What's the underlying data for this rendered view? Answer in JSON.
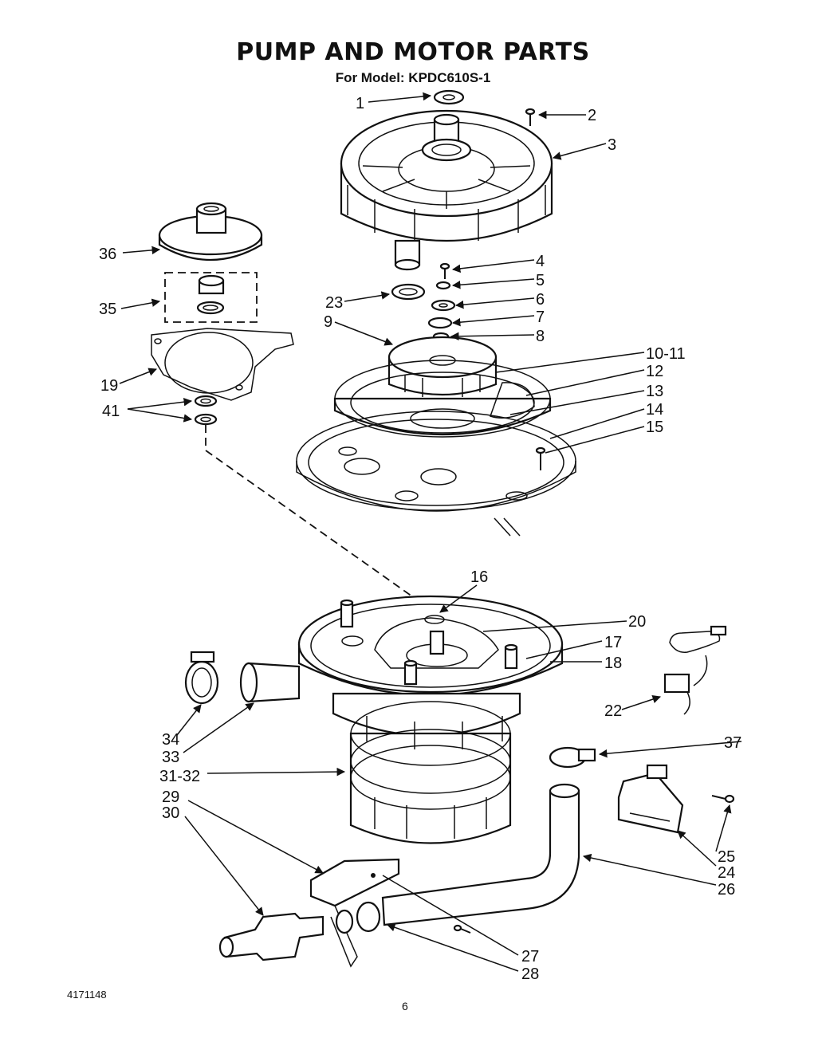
{
  "header": {
    "title": "PUMP AND MOTOR PARTS",
    "model_line": "For Model: KPDC610S-1"
  },
  "footer": {
    "doc_number": "4171148",
    "page_number": "6"
  },
  "callouts": {
    "c1": "1",
    "c2": "2",
    "c3": "3",
    "c4": "4",
    "c5": "5",
    "c6": "6",
    "c7": "7",
    "c8": "8",
    "c9": "9",
    "c10_11": "10-11",
    "c12": "12",
    "c13": "13",
    "c14": "14",
    "c15": "15",
    "c16": "16",
    "c17": "17",
    "c18": "18",
    "c19": "19",
    "c20": "20",
    "c22": "22",
    "c23": "23",
    "c24": "24",
    "c25": "25",
    "c26": "26",
    "c27": "27",
    "c28": "28",
    "c29": "29",
    "c30": "30",
    "c31_32": "31-32",
    "c33": "33",
    "c34": "34",
    "c35": "35",
    "c36": "36",
    "c37": "37",
    "c41": "41"
  }
}
